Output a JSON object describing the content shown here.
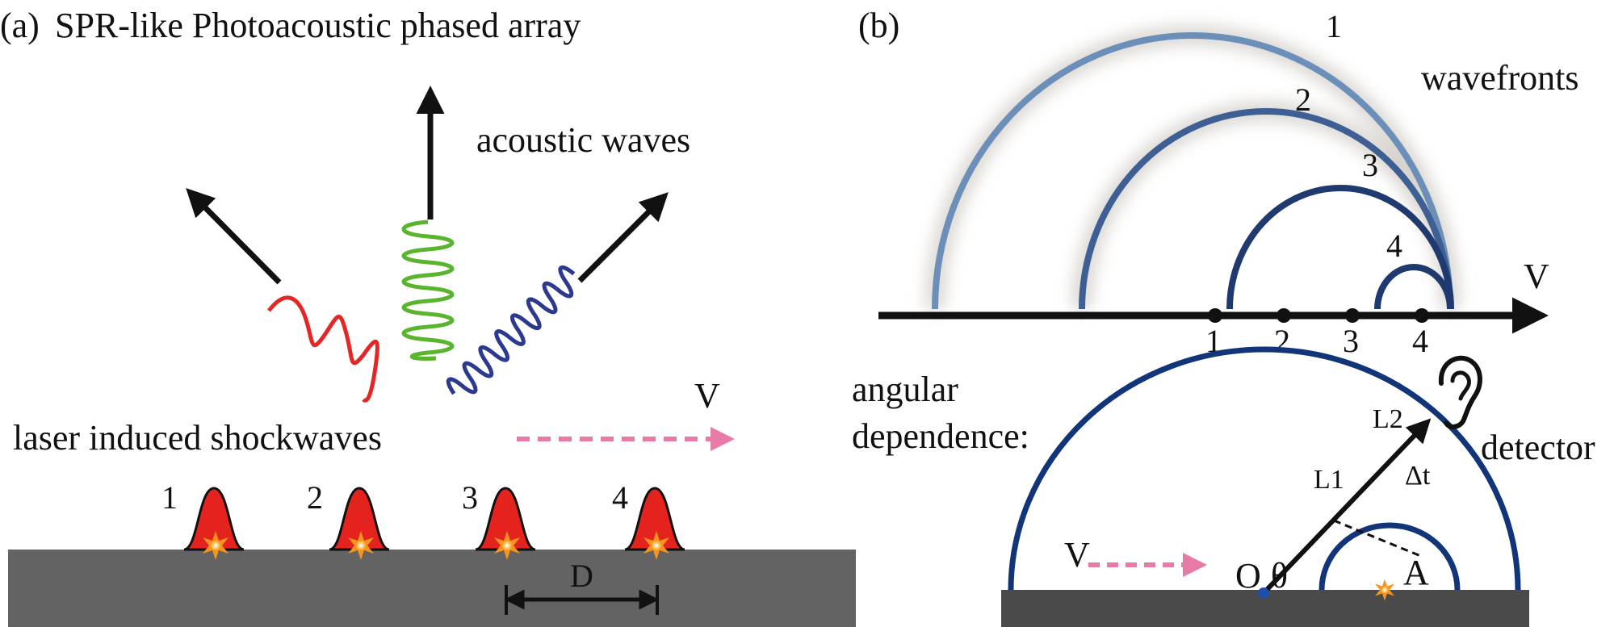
{
  "panel_a": {
    "label": "(a)",
    "title": "SPR-like Photoacoustic phased array",
    "acoustic_waves_label": "acoustic waves",
    "shockwaves_label": "laser induced shockwaves",
    "velocity_label": "V",
    "spacing_label": "D",
    "source_labels": [
      "1",
      "2",
      "3",
      "4"
    ],
    "colors": {
      "red_wave": "#e62624",
      "green_wave": "#5ab52e",
      "blue_wave": "#2b3990",
      "substrate": "#636363",
      "peak": "#e5231e",
      "velocity_arrow": "#e87aa8"
    }
  },
  "panel_b": {
    "label": "(b)",
    "wavefronts_label": "wavefronts",
    "wavefront_numbers": [
      "1",
      "2",
      "3",
      "4"
    ],
    "axis_label": "V",
    "source_labels": [
      "1",
      "2",
      "3",
      "4"
    ],
    "angular_label_1": "angular",
    "angular_label_2": "dependence:",
    "detector_label": "detector",
    "l1_label": "L1",
    "l2_label": "L2",
    "delta_t_label": "Δt",
    "origin_label": "O",
    "theta_label": "θ",
    "point_a_label": "A",
    "velocity_label": "V",
    "colors": {
      "wavefront_1": "#6b8fb8",
      "wavefront_dark": "#1f3a6e",
      "circle": "#12357a",
      "substrate": "#4a4a4a"
    }
  }
}
